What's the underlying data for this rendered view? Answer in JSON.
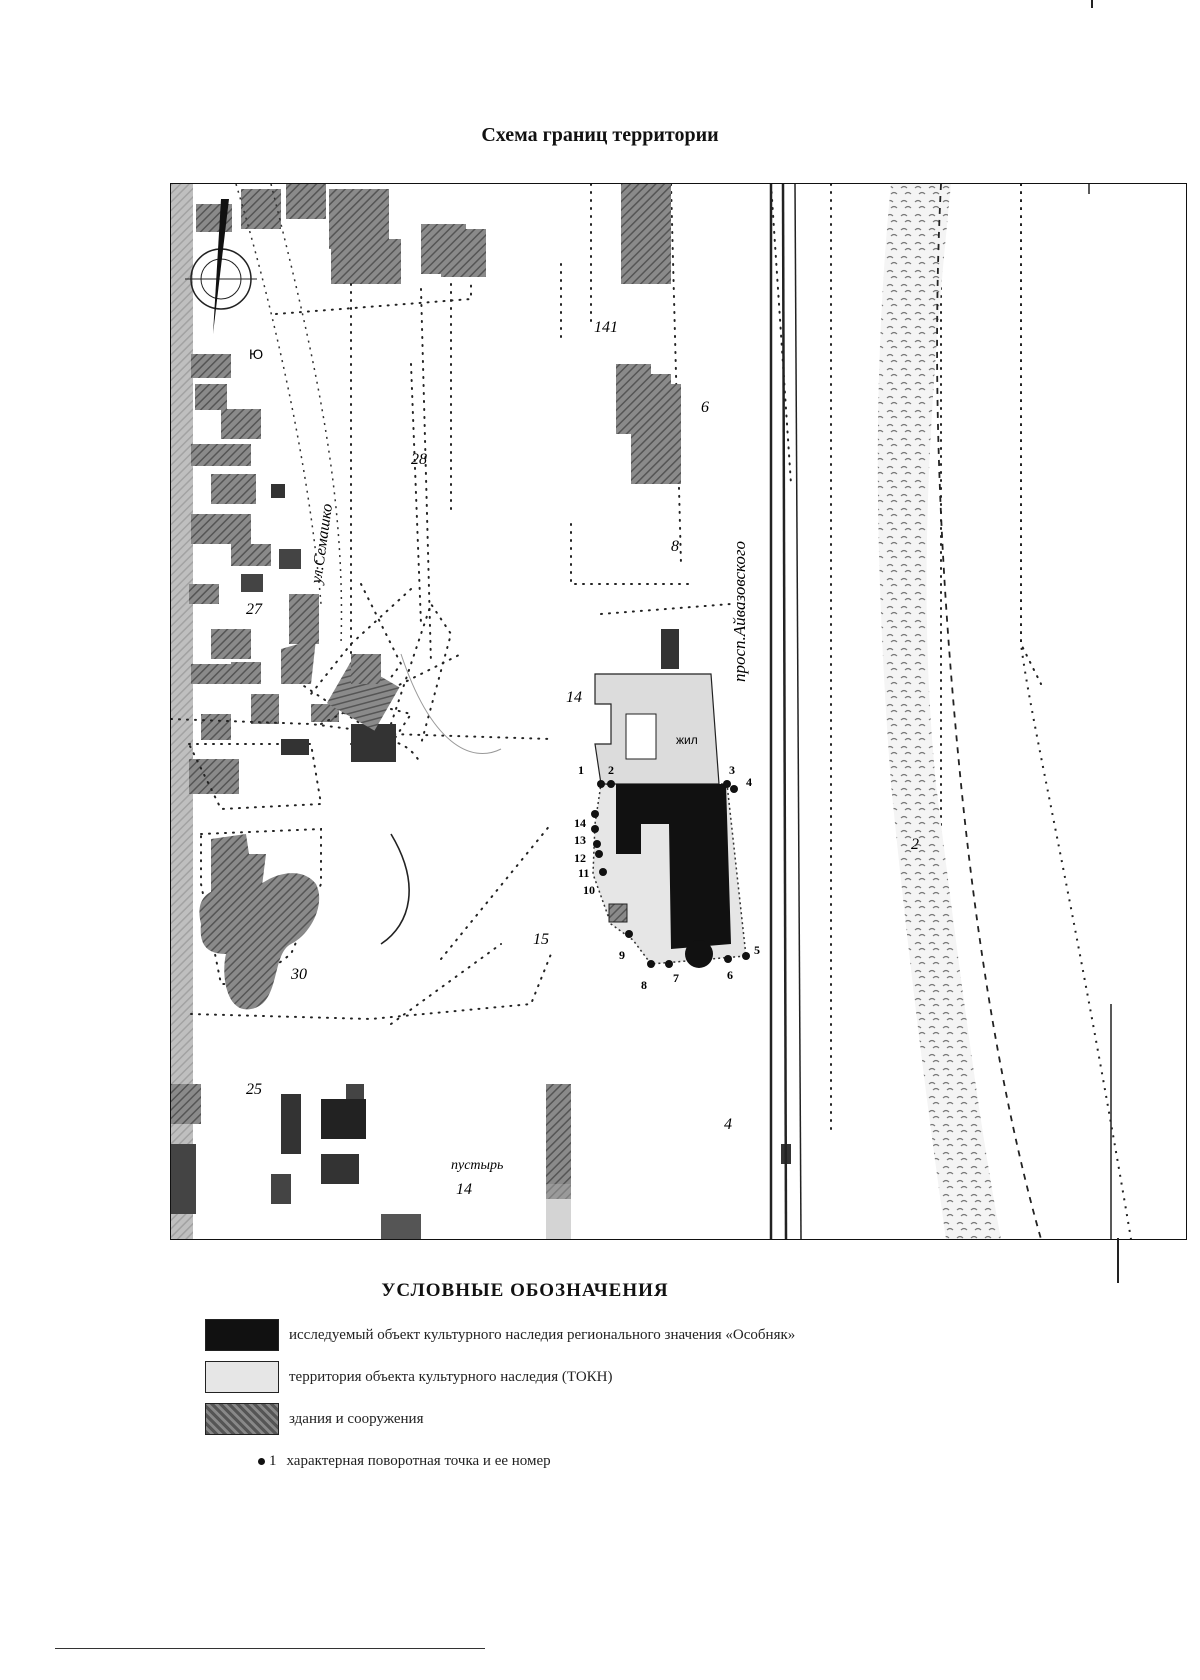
{
  "title": "Схема границ территории",
  "map": {
    "street_left": "ул.Семашко",
    "street_right": "просп.Айвазовского",
    "block_labels": [
      "28",
      "27",
      "30",
      "25",
      "14",
      "15",
      "8",
      "6",
      "4",
      "2",
      "141"
    ],
    "wasteland_label": "пустырь",
    "building_label": "жил",
    "corner_points": [
      "1",
      "2",
      "3",
      "4",
      "5",
      "6",
      "7",
      "8",
      "9",
      "10",
      "11",
      "12",
      "13",
      "14"
    ],
    "compass": "Ю"
  },
  "legend": {
    "title": "УСЛОВНЫЕ ОБОЗНАЧЕНИЯ",
    "items": [
      {
        "label": "исследуемый объект культурного наследия регионального значения «Особняк»",
        "color": "#111111"
      },
      {
        "label": "территория объекта культурного наследия (ТОКН)",
        "color": "#e6e6e6"
      },
      {
        "label": "здания и сооружения",
        "color": "#6e6e6e"
      }
    ],
    "point_example_number": "1",
    "point_label": "характерная поворотная точка и ее номер"
  }
}
